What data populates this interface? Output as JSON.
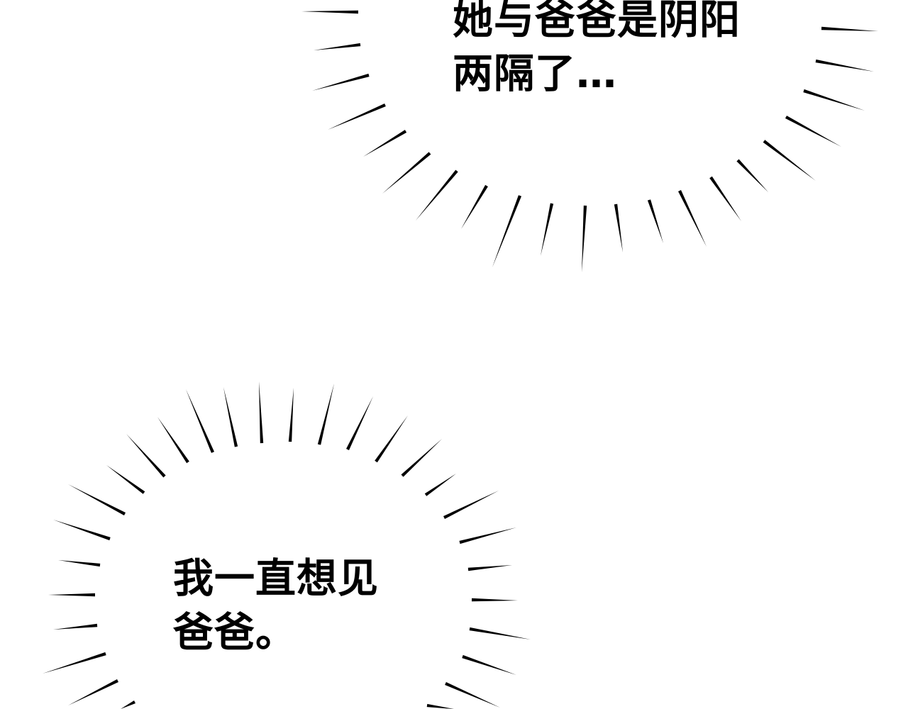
{
  "captions": [
    {
      "lines": [
        "她与爸爸是阴阳",
        "两隔了…"
      ]
    },
    {
      "lines": [
        "我一直想见",
        "爸爸。"
      ]
    }
  ],
  "colors": {
    "ink": "#000000",
    "paper": "#ffffff"
  }
}
